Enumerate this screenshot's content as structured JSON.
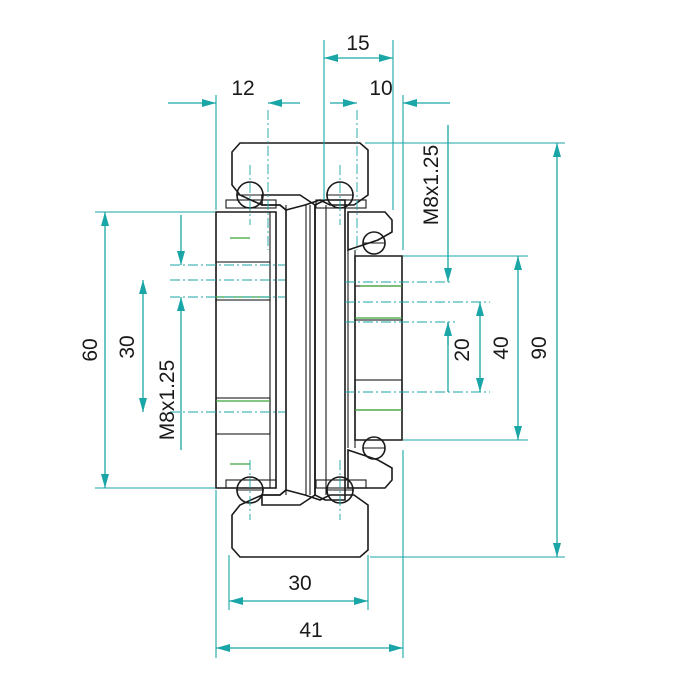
{
  "dimensions": {
    "top_15": "15",
    "top_12": "12",
    "top_10": "10",
    "left_60": "60",
    "left_30": "30",
    "left_thread": "M8x1.25",
    "right_thread": "M8x1.25",
    "right_20": "20",
    "right_40": "40",
    "right_90": "90",
    "bottom_30": "30",
    "bottom_41": "41"
  },
  "colors": {
    "dimension": "#1aa6a6",
    "outline": "#1a1a1a",
    "hatch": "#e5332a",
    "thread": "#3aa53a"
  }
}
